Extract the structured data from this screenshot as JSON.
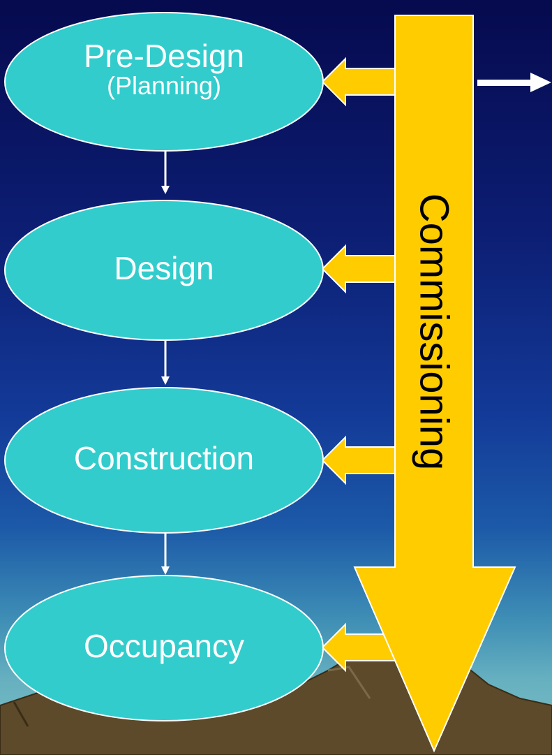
{
  "nodes": [
    {
      "title": "Pre-Design",
      "subtitle": "(Planning)"
    },
    {
      "title": "Design"
    },
    {
      "title": "Construction"
    },
    {
      "title": "Occupancy"
    }
  ],
  "commissioning": {
    "label": "Commissioning"
  },
  "colors": {
    "node_fill": "#33cccc",
    "commissioning_fill": "#ffcc00",
    "mountain": "#5c4a2a",
    "sky_top": "#060a4e",
    "sky_bottom": "#7ec0c4"
  },
  "icons": [
    "right-arrow-icon"
  ]
}
